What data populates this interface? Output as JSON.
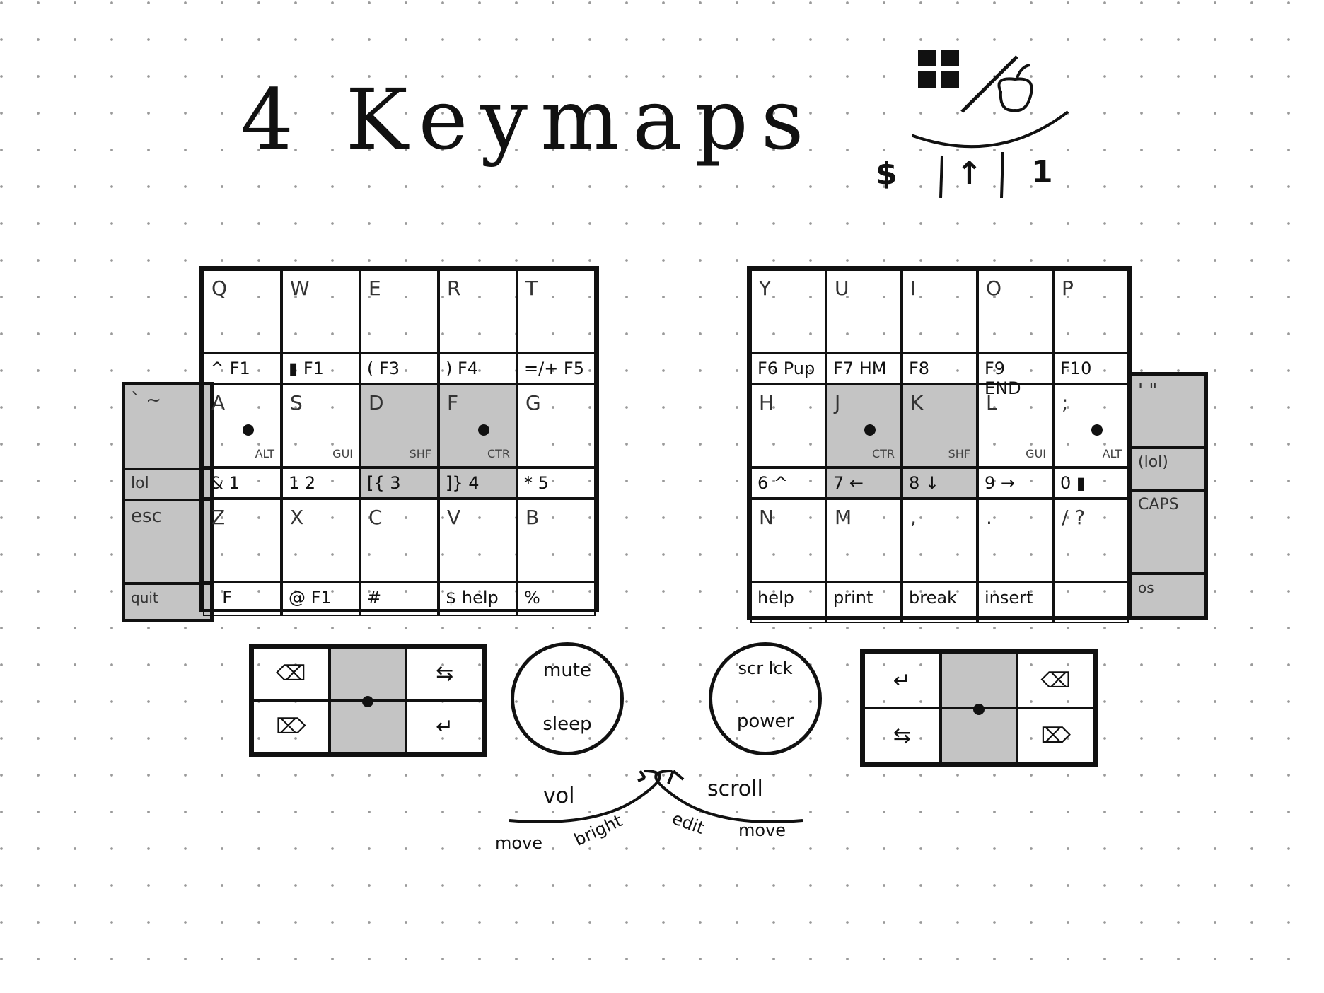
{
  "title": "4 Keymaps",
  "os_row": [
    "$",
    "↑",
    "1"
  ],
  "left_half": {
    "rows": [
      {
        "kind": "alpha",
        "keys": [
          "Q",
          "W",
          "E",
          "R",
          "T"
        ]
      },
      {
        "kind": "num",
        "keys": [
          "^ F1",
          "▮ F1",
          "( F3",
          ") F4",
          "=/+ F5"
        ]
      },
      {
        "kind": "alpha",
        "keys": [
          "A",
          "S",
          "D",
          "F",
          "G"
        ],
        "mods": [
          "ALT",
          "GUI",
          "SHF",
          "CTR",
          ""
        ]
      },
      {
        "kind": "num",
        "keys": [
          "& 1",
          "1 2",
          "[{ 3",
          "]} 4",
          "* 5"
        ]
      },
      {
        "kind": "alpha",
        "keys": [
          "Z",
          "X",
          "C",
          "V",
          "B"
        ]
      },
      {
        "kind": "num",
        "keys": [
          "! F",
          "@ F1",
          "#",
          "$ help",
          "%"
        ]
      }
    ],
    "side": [
      "` ~",
      "lol",
      "esc",
      "quit"
    ]
  },
  "right_half": {
    "rows": [
      {
        "kind": "alpha",
        "keys": [
          "Y",
          "U",
          "I",
          "O",
          "P"
        ]
      },
      {
        "kind": "num",
        "keys": [
          "F6 Pup",
          "F7 HM",
          "F8",
          "F9 END",
          "F10"
        ]
      },
      {
        "kind": "alpha",
        "keys": [
          "H",
          "J",
          "K",
          "L",
          ";"
        ],
        "mods": [
          "",
          "CTR",
          "SHF",
          "GUI",
          "ALT"
        ]
      },
      {
        "kind": "num",
        "keys": [
          "6 ^",
          "7 ←",
          "8 ↓",
          "9 →",
          "0 ▮"
        ]
      },
      {
        "kind": "alpha",
        "keys": [
          "N",
          "M",
          ",",
          ".",
          "/ ?"
        ]
      },
      {
        "kind": "num",
        "keys": [
          "help",
          "print",
          "break",
          "insert",
          ""
        ]
      }
    ],
    "side": [
      "' \"",
      "(lol)",
      "CAPS",
      "os"
    ]
  },
  "left_thumbs": {
    "keys": [
      "⌫",
      "",
      "⇆",
      "⌦",
      "",
      "↵"
    ]
  },
  "right_thumbs": {
    "keys": [
      "↵",
      "",
      "⌫",
      "⇆",
      "",
      "⌦"
    ]
  },
  "knob_left": {
    "top": "mute",
    "bottom": "sleep"
  },
  "knob_right": {
    "top": "scr lck",
    "bottom": "power"
  },
  "labels": {
    "vol": "vol",
    "bright": "bright",
    "move_left": "move",
    "scroll": "scroll",
    "edit": "edit",
    "move_right": "move"
  }
}
